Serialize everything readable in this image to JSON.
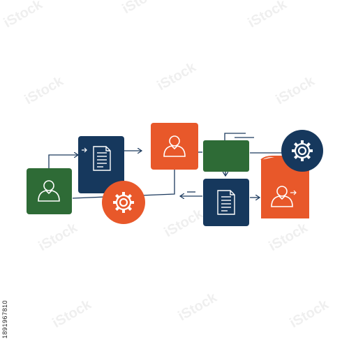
{
  "colors": {
    "navy": "#16385d",
    "orange": "#e8582a",
    "green": "#2e6b36",
    "line": "#1c3a5e",
    "icon_stroke": "#ffffff"
  },
  "watermark": "iStock",
  "stock_id": "1891967810",
  "nodes": [
    {
      "id": "user-green",
      "shape": "rounded-square",
      "color": "green",
      "icon": "user-icon"
    },
    {
      "id": "doc-navy-top",
      "shape": "rounded-square",
      "color": "navy",
      "icon": "document-icon"
    },
    {
      "id": "gear-orange",
      "shape": "circle",
      "color": "orange",
      "icon": "gear-icon"
    },
    {
      "id": "user-orange",
      "shape": "rounded-square",
      "color": "orange",
      "icon": "user-icon"
    },
    {
      "id": "blank-green",
      "shape": "rounded-square",
      "color": "green",
      "icon": ""
    },
    {
      "id": "doc-navy-bottom",
      "shape": "rounded-square",
      "color": "navy",
      "icon": "document-icon"
    },
    {
      "id": "user-orange-right",
      "shape": "folded-card",
      "color": "orange",
      "icon": "user-icon"
    },
    {
      "id": "gear-navy",
      "shape": "circle",
      "color": "navy",
      "icon": "gear-icon"
    }
  ]
}
